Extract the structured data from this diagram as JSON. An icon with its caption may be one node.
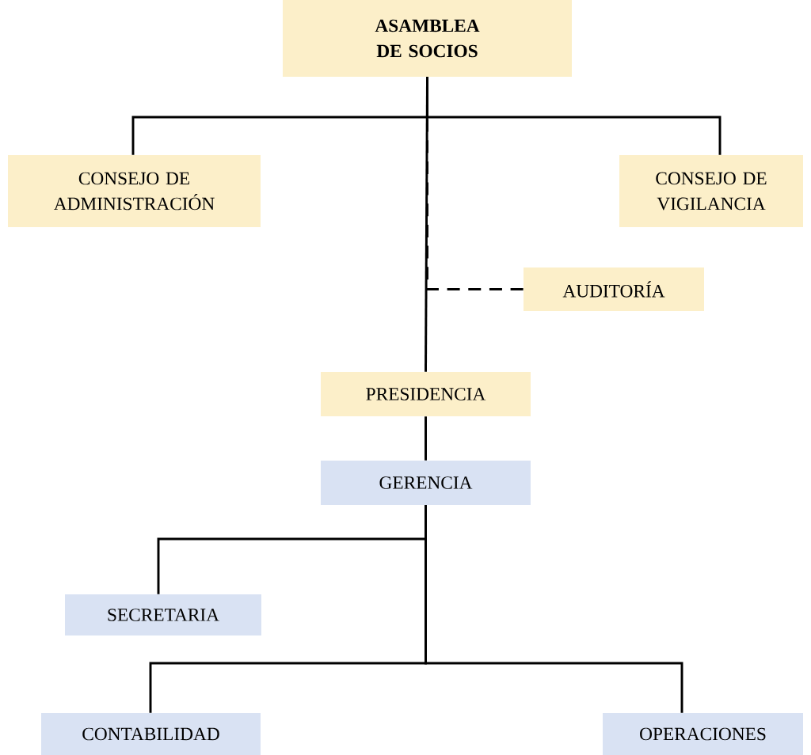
{
  "diagram": {
    "nodes": [
      {
        "text": [
          "ASAMBLEA DE SOCIOS"
        ]
      },
      {
        "text": [
          "CONSEJO DE ADMINISTRACIÓN"
        ]
      },
      {
        "text": [
          "CONSEJO DE VIGILANCIA"
        ]
      },
      {
        "text": [
          "AUDITORÍA"
        ]
      },
      {
        "text": [
          "PRESIDENCIA"
        ]
      },
      {
        "text": [
          "GERENCIA"
        ]
      },
      {
        "text": [
          "SECRETARIA"
        ]
      },
      {
        "text": [
          "CONTABILIDAD"
        ]
      },
      {
        "text": [
          "OPERACIONES"
        ]
      }
    ],
    "edges": [
      {
        "from": 0,
        "to": 1,
        "arrow": "none"
      },
      {
        "from": 0,
        "to": 2,
        "arrow": "none"
      },
      {
        "from": 0,
        "to": 3,
        "arrow": "none",
        "style": "dashed"
      },
      {
        "from": 0,
        "to": 4,
        "arrow": "none"
      },
      {
        "from": 4,
        "to": 5,
        "arrow": "none"
      },
      {
        "from": 5,
        "to": 6,
        "arrow": "none"
      },
      {
        "from": 5,
        "to": 7,
        "arrow": "none"
      },
      {
        "from": 5,
        "to": 8,
        "arrow": "none"
      }
    ]
  }
}
